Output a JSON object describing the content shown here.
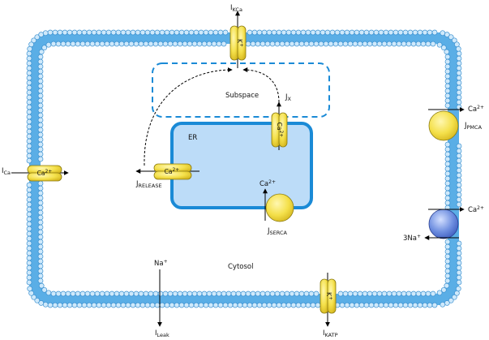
{
  "labels": {
    "subspace": "Subspace",
    "er": "ER",
    "cytosol": "Cytosol",
    "na_plus": "Na",
    "plus": "+",
    "ca2": "Ca",
    "two_plus": "2+",
    "three_na": "3Na",
    "k_plus": "K",
    "i": "I",
    "j": "J",
    "sub_kca": "KCa",
    "sub_ca": "Ca",
    "sub_leak": "Leak",
    "sub_katp": "KATP",
    "sub_x": "X",
    "sub_release": "RELEASE",
    "sub_serca": "SERCA",
    "sub_pmca": "PMCA"
  },
  "colors": {
    "membrane_fill": "#5aaee6",
    "lipid_head": "#cfe9fb",
    "lipid_stroke": "#3a90d0",
    "er_fill": "#bcdcf8",
    "er_border": "#1a8ad6",
    "subspace_border": "#1a8ad6",
    "channel_fill": "#f4e04a",
    "channel_stroke": "#8a7a10",
    "pump_fill": "#f4e04a",
    "exchanger_fill": "#6f8fe0"
  }
}
